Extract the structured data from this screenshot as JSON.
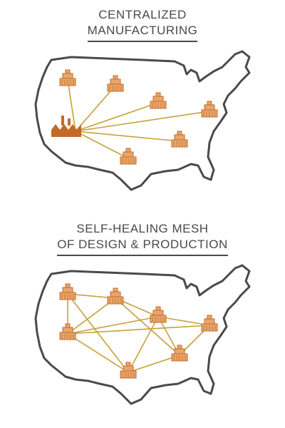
{
  "diagrams": [
    {
      "heading_lines": [
        "CENTRALIZED",
        "MANUFACTURING"
      ],
      "topology": "hub-and-spoke"
    },
    {
      "heading_lines": [
        "SELF-HEALING MESH",
        "OF DESIGN & PRODUCTION"
      ],
      "topology": "mesh"
    }
  ],
  "colors": {
    "heading_text": "#4a4a4a",
    "map_outline": "#4a4a4a",
    "accent_fill": "#e9a66b",
    "accent_stroke": "#c2692b",
    "factory_fill": "#c2692b",
    "connection_line": "#c9a03a"
  },
  "icons": {
    "node": "building-icon",
    "hub": "factory-icon"
  }
}
